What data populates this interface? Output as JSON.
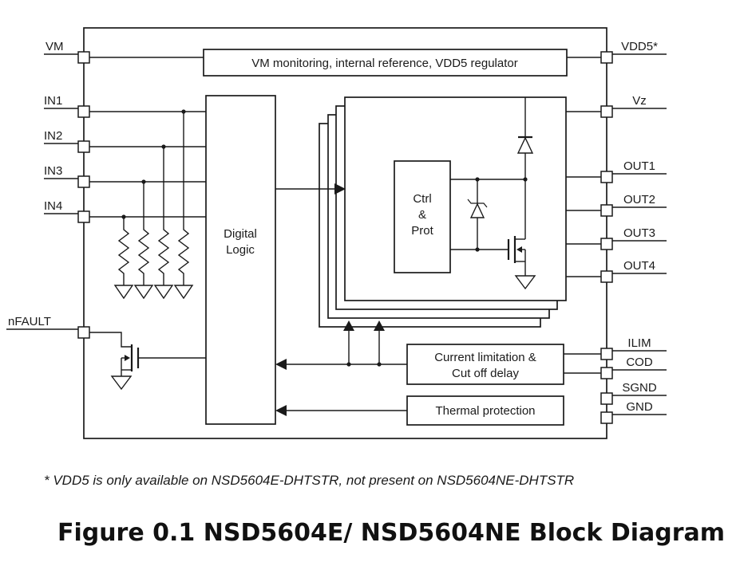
{
  "diagram": {
    "pins": {
      "left": [
        {
          "label": "VM"
        },
        {
          "label": "IN1"
        },
        {
          "label": "IN2"
        },
        {
          "label": "IN3"
        },
        {
          "label": "IN4"
        },
        {
          "label": "nFAULT"
        }
      ],
      "right": [
        {
          "label": "VDD5*"
        },
        {
          "label": "Vz"
        },
        {
          "label": "OUT1"
        },
        {
          "label": "OUT2"
        },
        {
          "label": "OUT3"
        },
        {
          "label": "OUT4"
        },
        {
          "label": "ILIM"
        },
        {
          "label": "COD"
        },
        {
          "label": "SGND"
        },
        {
          "label": "GND"
        }
      ]
    },
    "blocks": {
      "vm_monitor": {
        "label": "VM monitoring, internal reference, VDD5 regulator"
      },
      "digital_logic": {
        "line1": "Digital",
        "line2": "Logic"
      },
      "ctrl_prot": {
        "line1": "Ctrl",
        "line2": "&",
        "line3": "Prot"
      },
      "current_limit": {
        "line1": "Current limitation &",
        "line2": "Cut off delay"
      },
      "thermal": {
        "label": "Thermal protection"
      }
    },
    "colors": {
      "line": "#1a1a1a",
      "background": "#ffffff"
    }
  },
  "footnote": "* VDD5 is only available on NSD5604E-DHTSTR, not present on NSD5604NE-DHTSTR",
  "caption": "Figure 0.1 NSD5604E/ NSD5604NE Block Diagram"
}
